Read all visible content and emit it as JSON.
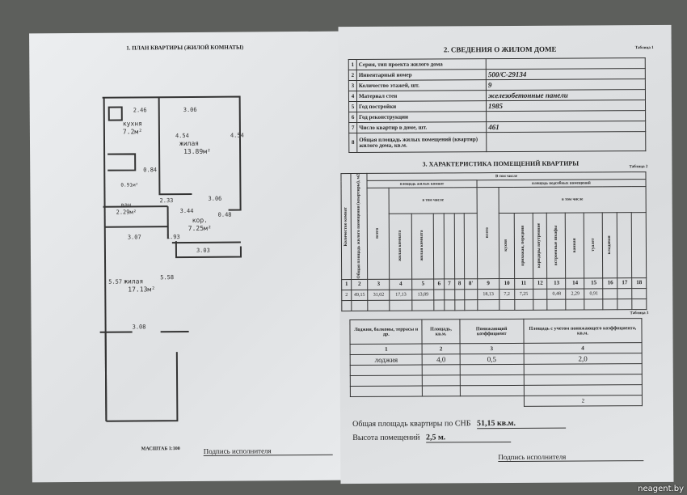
{
  "left": {
    "title": "1. ПЛАН КВАРТИРЫ (ЖИЛОЙ КОМНАТЫ)",
    "scale": "МАСШТАБ 1:100",
    "signature_label": "Подпись исполнителя",
    "plan": {
      "kitchen": "кухня",
      "kitchen_area": "7.2м²",
      "living1": "жилая",
      "living1_area": "13.89м²",
      "bath": "ван",
      "bath_area": "2.29м²",
      "wc_area": "0.91м²",
      "corridor": "кор.",
      "corridor_area": "7.25м²",
      "living2": "жилая",
      "living2_area": "17.13м²",
      "dims": [
        "2.46",
        "3.06",
        "4.54",
        "4.54",
        "0.84",
        "3.06",
        "3.44",
        "0.48",
        "2.33",
        "3.07",
        "3.03",
        "1.93",
        "5.57",
        "5.58",
        "3.08"
      ]
    }
  },
  "right": {
    "section2_title": "2. СВЕДЕНИЯ О ЖИЛОМ ДОМЕ",
    "table1_label": "Таблица 1",
    "table1": [
      [
        "1",
        "Серия, тип проекта жилого дома",
        ""
      ],
      [
        "2",
        "Инвентарный номер",
        "500/С-29134"
      ],
      [
        "3",
        "Количество этажей, шт.",
        "9"
      ],
      [
        "4",
        "Материал стен",
        "железобетонные панели"
      ],
      [
        "5",
        "Год постройки",
        "1985"
      ],
      [
        "6",
        "Год реконструкции",
        ""
      ],
      [
        "7",
        "Число квартир в доме, шт.",
        "461"
      ],
      [
        "8",
        "Общая площадь жилых помещений (квартир) жилого дома, кв.м.",
        ""
      ]
    ],
    "section3_title": "3. ХАРАКТЕРИСТИКА ПОМЕЩЕНИЙ КВАРТИРЫ",
    "table2_label": "Таблица 2",
    "table2": {
      "col1": "Количество комнат",
      "col2": "Общая площадь жилого помещения (квартиры), м2",
      "in_total": "В том числе",
      "living_area": "площадь жилых комнат",
      "aux_area": "площадь подсобных помещений",
      "incl": "в том числе",
      "total": "всего",
      "room1": "жилая комната",
      "room2": "жилая комната",
      "kitchen": "кухня",
      "hall": "прихожая, передняя",
      "corridor": "коридоры внутренние",
      "closets": "встроенные шкафы",
      "bath": "ванная",
      "wc": "туалет",
      "pantry": "кладовая",
      "numbers": [
        "1",
        "2",
        "3",
        "4",
        "5",
        "6",
        "7",
        "8",
        "8'",
        "9",
        "10",
        "11",
        "12",
        "13",
        "14",
        "15",
        "16",
        "17",
        "18"
      ],
      "values": [
        "2",
        "49,15",
        "31,02",
        "17,13",
        "13,89",
        "",
        "",
        "",
        "",
        "18,13",
        "7,2",
        "7,25",
        "",
        "0,48",
        "2,29",
        "0,91",
        "",
        "",
        ""
      ]
    },
    "table3_label": "Таблица 3",
    "table3": {
      "headers": [
        "Лоджии, балконы, террасы и др.",
        "Площадь, кв.м.",
        "Понижающий коэффициент",
        "Площадь с учетом понижающего коэффициента, кв.м."
      ],
      "numbers": [
        "1",
        "2",
        "3",
        "4"
      ],
      "row": [
        "лоджия",
        "4,0",
        "0,5",
        "2,0"
      ],
      "total": "2"
    },
    "total_area_label": "Общая площадь квартиры по СНБ",
    "total_area": "51,15 кв.м.",
    "height_label": "Высота помещений",
    "height": "2,5 м.",
    "signature_label": "Подпись исполнителя"
  },
  "watermark": "neagent.by"
}
